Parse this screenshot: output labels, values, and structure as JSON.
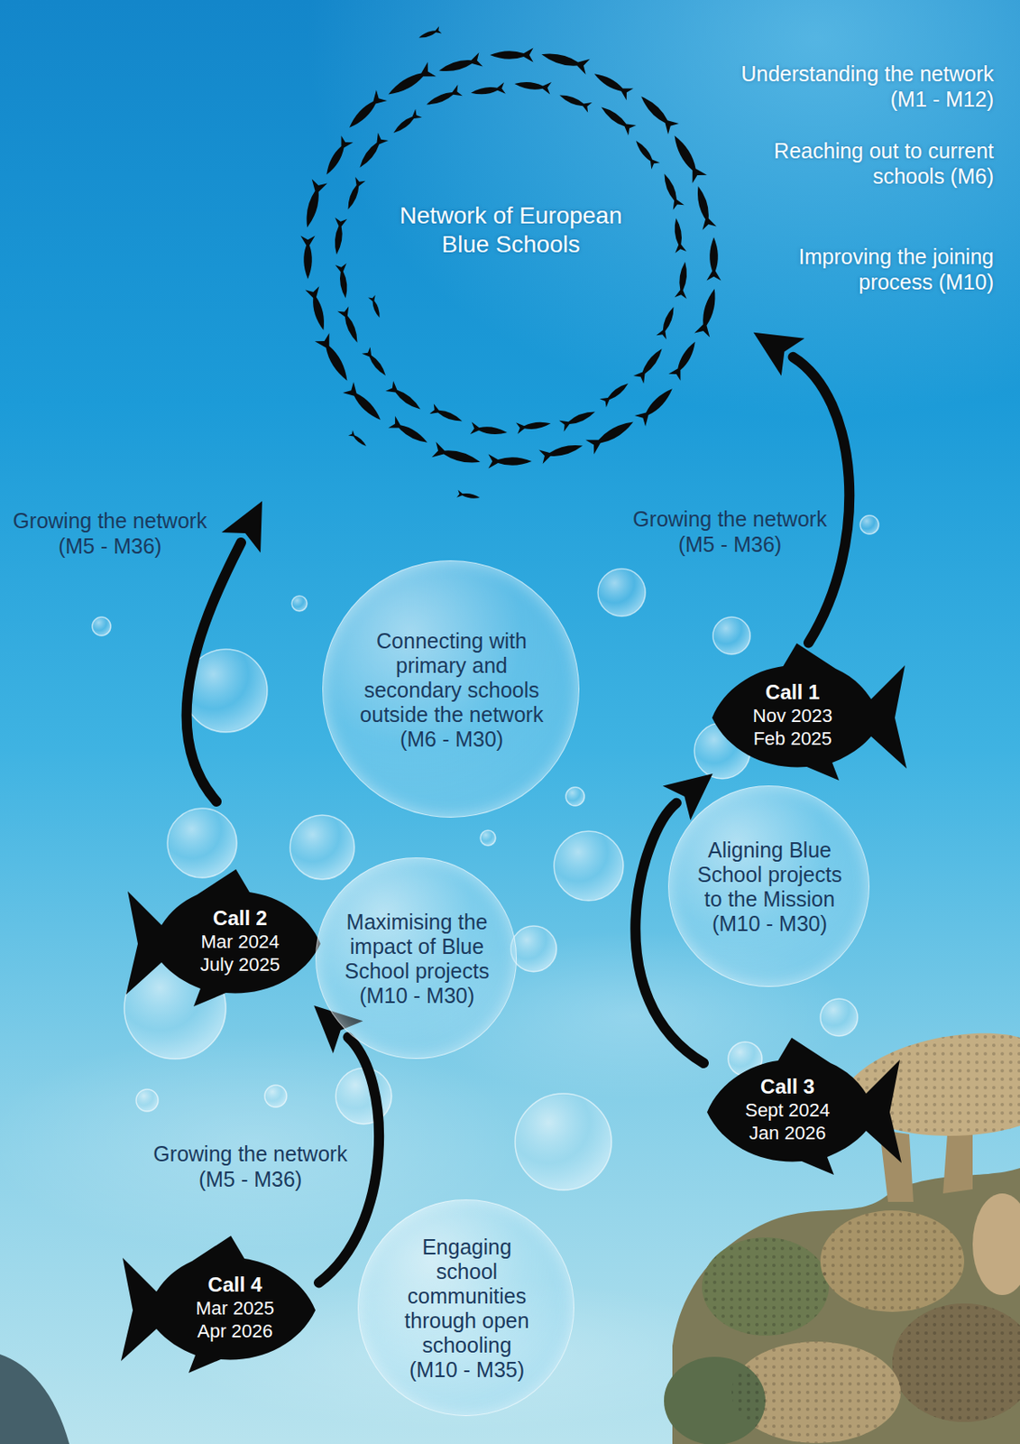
{
  "diagram": {
    "nodes": [
      {
        "text": [
          "Network of European Blue Schools"
        ]
      },
      {
        "text": [
          "Connecting with primary and secondary schools outside the network (M6 - M30)"
        ]
      },
      {
        "text": [
          "Call 1",
          "Nov 2023",
          "Feb 2025"
        ]
      },
      {
        "text": [
          "Aligning Blue School projects to the Mission (M10 - M30)"
        ]
      },
      {
        "text": [
          "Call 2",
          "Mar 2024",
          "July 2025"
        ]
      },
      {
        "text": [
          "Maximising the impact of Blue School projects (M10 - M30)"
        ]
      },
      {
        "text": [
          "Call 3",
          "Sept 2024",
          "Jan 2026"
        ]
      },
      {
        "text": [
          "Call 4",
          "Mar 2025",
          "Apr 2026"
        ]
      },
      {
        "text": [
          "Engaging school communities through open schooling (M10 - M35)"
        ]
      }
    ],
    "edges": [
      {
        "from": 2,
        "to": 0,
        "arrow": "to"
      },
      {
        "from": 6,
        "to": 2,
        "arrow": "to"
      },
      {
        "from": 7,
        "to": 4,
        "arrow": "to"
      }
    ],
    "labels": [
      "Understanding the network (M1 - M12)",
      "Reaching out to current schools (M6)",
      "Improving the joining process (M10)",
      "Growing the network (M5 - M36)",
      "Growing the network (M5 - M36)",
      "Growing the network (M5 - M36)"
    ]
  }
}
